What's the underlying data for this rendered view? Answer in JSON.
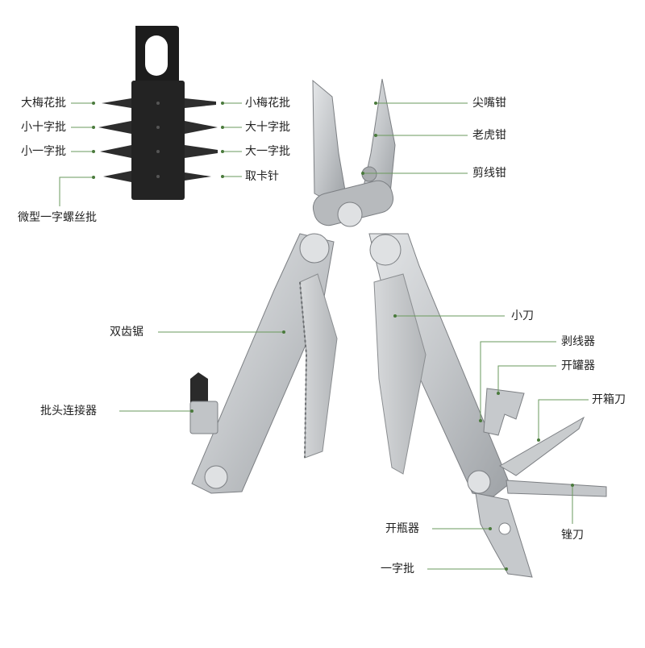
{
  "bits": {
    "left": [
      "大梅花批",
      "小十字批",
      "小一字批"
    ],
    "right": [
      "小梅花批",
      "大十字批",
      "大一字批",
      "取卡针"
    ],
    "bottom": "微型一字螺丝批"
  },
  "tools": {
    "needle_nose_pliers": "尖嘴钳",
    "regular_pliers": "老虎钳",
    "wire_cutter": "剪线钳",
    "saw": "双齿锯",
    "knife": "小刀",
    "wire_stripper": "剥线器",
    "can_opener": "开罐器",
    "box_opener": "开箱刀",
    "bit_holder": "批头连接器",
    "file": "锉刀",
    "bottle_opener": "开瓶器",
    "flat_screwdriver": "一字批"
  },
  "colors": {
    "leader": "#6a9a5c",
    "dot": "#4a7a3c",
    "text": "#222222",
    "steel": "#c9cbce",
    "steel_dark": "#8c8f93",
    "holder": "#1e1e1e"
  }
}
